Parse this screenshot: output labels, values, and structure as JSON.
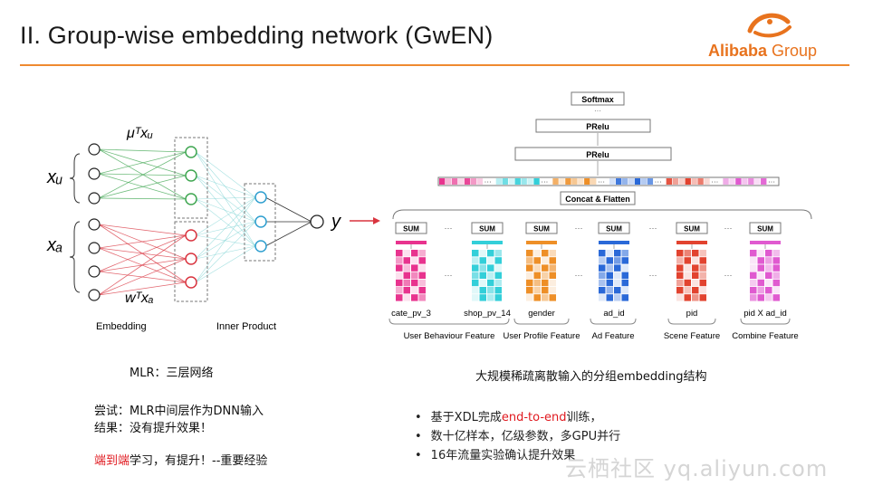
{
  "slide": {
    "title": "II. Group-wise embedding network (GwEN)",
    "logo": {
      "name": "Alibaba",
      "suffix": "Group",
      "color": "#e8731e"
    }
  },
  "left_diagram": {
    "top_label": "μᵀxᵤ",
    "bottom_label": "wᵀxₐ",
    "xu_label": "xᵤ",
    "xa_label": "xₐ",
    "y_label": "y",
    "embedding_label": "Embedding",
    "inner_product_label": "Inner Product",
    "colors": {
      "green": "#3fa651",
      "red": "#d9343f",
      "cyan": "#2f9fcf"
    }
  },
  "right_diagram": {
    "softmax": "Softmax",
    "prelu_1": "PRelu",
    "prelu_2": "PRelu",
    "concat": "Concat & Flatten",
    "ellipsis": "···",
    "sum_label": "SUM",
    "features": [
      {
        "name": "cate_pv_3",
        "color": "#e8338e"
      },
      {
        "name": "shop_pv_14",
        "color": "#33cfd9"
      },
      {
        "name": "gender",
        "color": "#ee8f27"
      },
      {
        "name": "ad_id",
        "color": "#2a69d8"
      },
      {
        "name": "pid",
        "color": "#e2432f"
      },
      {
        "name": "pid X ad_id",
        "color": "#e05ad0"
      }
    ],
    "groups": [
      "User Behaviour Feature",
      "User Profile Feature",
      "Ad Feature",
      "Scene Feature",
      "Combine Feature"
    ]
  },
  "captions": {
    "mlr": "MLR：三层网络",
    "try": "尝试：MLR中间层作为DNN输入",
    "result": "结果：没有提升效果！",
    "lesson_red": "端到端",
    "lesson_rest": "学习，有提升！--重要经验",
    "right_title": "大规模稀疏离散输入的分组embedding结构"
  },
  "bullets": {
    "b1_pre": "基于XDL完成",
    "b1_red": "end-to-end",
    "b1_post": "训练，",
    "b2": "数十亿样本，亿级参数，多GPU并行",
    "b3": "16年流量实验确认提升效果"
  },
  "watermark": "云栖社区 yq.aliyun.com"
}
